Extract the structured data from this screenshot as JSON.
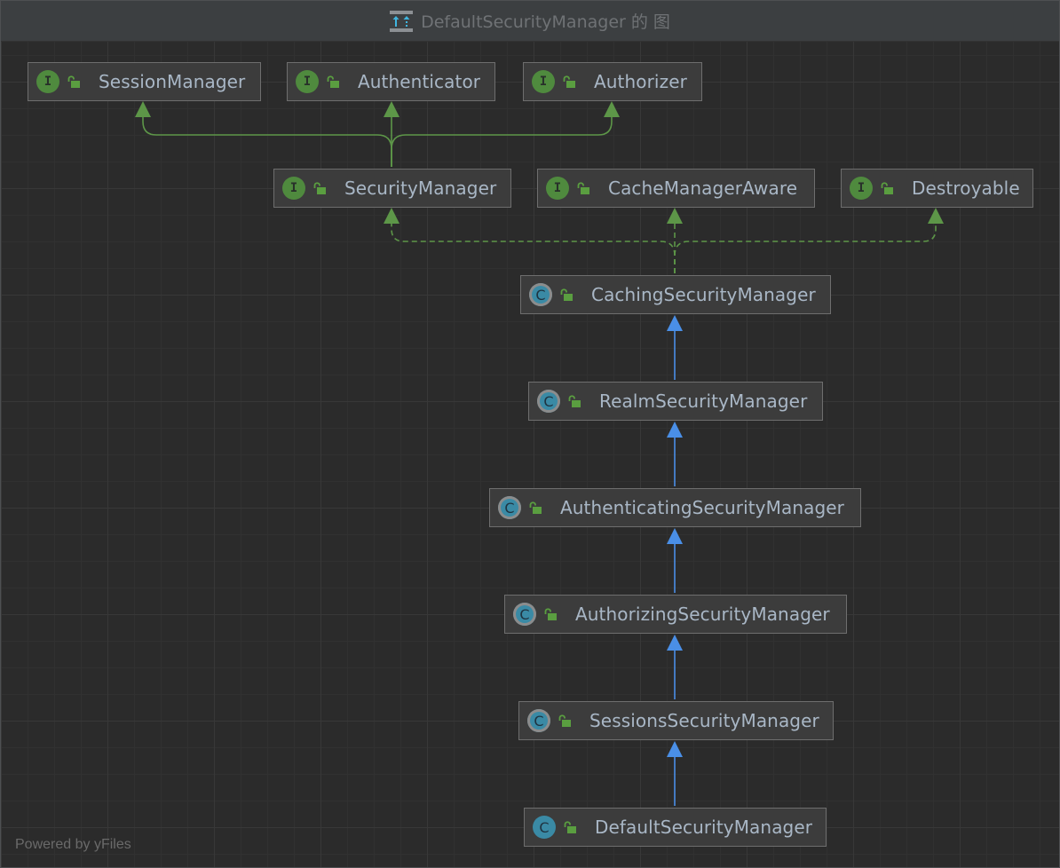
{
  "window": {
    "title": "DefaultSecurityManager 的 图",
    "title_icon": "class-hierarchy-diagram-icon"
  },
  "colors": {
    "interface_icon": "#4f8a3e",
    "class_icon": "#3a8aa5",
    "implements_edge": "#5d9648",
    "extends_edge": "#4a8fe7",
    "node_text": "#a9b7c6",
    "background": "#2b2b2b"
  },
  "nodes": [
    {
      "id": "SessionManager",
      "label": "SessionManager",
      "kind": "interface",
      "kind_letter": "I",
      "visibility": "public"
    },
    {
      "id": "Authenticator",
      "label": "Authenticator",
      "kind": "interface",
      "kind_letter": "I",
      "visibility": "public"
    },
    {
      "id": "Authorizer",
      "label": "Authorizer",
      "kind": "interface",
      "kind_letter": "I",
      "visibility": "public"
    },
    {
      "id": "SecurityManager",
      "label": "SecurityManager",
      "kind": "interface",
      "kind_letter": "I",
      "visibility": "public"
    },
    {
      "id": "CacheManagerAware",
      "label": "CacheManagerAware",
      "kind": "interface",
      "kind_letter": "I",
      "visibility": "public"
    },
    {
      "id": "Destroyable",
      "label": "Destroyable",
      "kind": "interface",
      "kind_letter": "I",
      "visibility": "public"
    },
    {
      "id": "CachingSecurityManager",
      "label": "CachingSecurityManager",
      "kind": "abstract",
      "kind_letter": "C",
      "visibility": "public"
    },
    {
      "id": "RealmSecurityManager",
      "label": "RealmSecurityManager",
      "kind": "abstract",
      "kind_letter": "C",
      "visibility": "public"
    },
    {
      "id": "AuthenticatingSecurityManager",
      "label": "AuthenticatingSecurityManager",
      "kind": "abstract",
      "kind_letter": "C",
      "visibility": "public"
    },
    {
      "id": "AuthorizingSecurityManager",
      "label": "AuthorizingSecurityManager",
      "kind": "abstract",
      "kind_letter": "C",
      "visibility": "public"
    },
    {
      "id": "SessionsSecurityManager",
      "label": "SessionsSecurityManager",
      "kind": "abstract",
      "kind_letter": "C",
      "visibility": "public"
    },
    {
      "id": "DefaultSecurityManager",
      "label": "DefaultSecurityManager",
      "kind": "class",
      "kind_letter": "C",
      "visibility": "public"
    }
  ],
  "edges": [
    {
      "from": "SecurityManager",
      "to": "SessionManager",
      "type": "extends-interface"
    },
    {
      "from": "SecurityManager",
      "to": "Authenticator",
      "type": "extends-interface"
    },
    {
      "from": "SecurityManager",
      "to": "Authorizer",
      "type": "extends-interface"
    },
    {
      "from": "CachingSecurityManager",
      "to": "SecurityManager",
      "type": "implements"
    },
    {
      "from": "CachingSecurityManager",
      "to": "CacheManagerAware",
      "type": "implements"
    },
    {
      "from": "CachingSecurityManager",
      "to": "Destroyable",
      "type": "implements"
    },
    {
      "from": "RealmSecurityManager",
      "to": "CachingSecurityManager",
      "type": "extends"
    },
    {
      "from": "AuthenticatingSecurityManager",
      "to": "RealmSecurityManager",
      "type": "extends"
    },
    {
      "from": "AuthorizingSecurityManager",
      "to": "AuthenticatingSecurityManager",
      "type": "extends"
    },
    {
      "from": "SessionsSecurityManager",
      "to": "AuthorizingSecurityManager",
      "type": "extends"
    },
    {
      "from": "DefaultSecurityManager",
      "to": "SessionsSecurityManager",
      "type": "extends"
    }
  ],
  "footer": {
    "text": "Powered by yFiles"
  }
}
